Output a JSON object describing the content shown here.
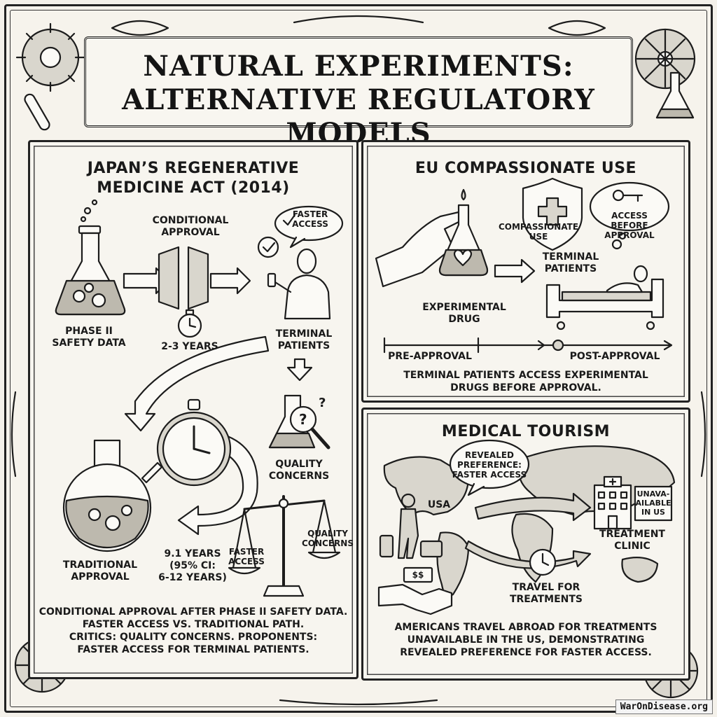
{
  "title": {
    "line1": "NATURAL EXPERIMENTS:",
    "line2": "ALTERNATIVE REGULATORY MODELS"
  },
  "japan": {
    "title_line1": "JAPAN’S REGENERATIVE",
    "title_line2": "MEDICINE ACT (2014)",
    "phase2_line1": "PHASE II",
    "phase2_line2": "SAFETY DATA",
    "conditional_line1": "CONDITIONAL",
    "conditional_line2": "APPROVAL",
    "years_fast": "2-3 YEARS",
    "bubble_line1": "FASTER",
    "bubble_line2": "ACCESS",
    "terminal_line1": "TERMINAL",
    "terminal_line2": "PATIENTS",
    "quality_line1": "QUALITY",
    "quality_line2": "CONCERNS",
    "traditional_line1": "TRADITIONAL",
    "traditional_line2": "APPROVAL",
    "years_trad_line1": "9.1 YEARS",
    "years_trad_line2": "(95% CI:",
    "years_trad_line3": "6-12 YEARS)",
    "scale_left_line1": "FASTER",
    "scale_left_line2": "ACCESS",
    "scale_right_line1": "QUALITY",
    "scale_right_line2": "CONCERNS",
    "caption_line1": "CONDITIONAL APPROVAL AFTER PHASE II SAFETY DATA.",
    "caption_line2": "FASTER ACCESS VS. TRADITIONAL PATH.",
    "caption_line3": "CRITICS: QUALITY CONCERNS. PROPONENTS:",
    "caption_line4": "FASTER ACCESS FOR TERMINAL PATIENTS."
  },
  "eu": {
    "title": "EU COMPASSIONATE USE",
    "shield_line1": "COMPASSIONATE",
    "shield_line2": "USE",
    "cloud_line1": "ACCESS BEFORE",
    "cloud_line2": "APPROVAL",
    "drug_line1": "EXPERIMENTAL",
    "drug_line2": "DRUG",
    "patients_line1": "TERMINAL",
    "patients_line2": "PATIENTS",
    "pre": "PRE-APPROVAL",
    "post": "POST-APPROVAL",
    "caption_line1": "TERMINAL PATIENTS ACCESS EXPERIMENTAL",
    "caption_line2": "DRUGS BEFORE APPROVAL."
  },
  "tourism": {
    "title": "MEDICAL TOURISM",
    "bubble_line1": "REVEALED",
    "bubble_line2": "PREFERENCE:",
    "bubble_line3": "FASTER ACCESS",
    "usa": "USA",
    "sign_line1": "UNAVA-",
    "sign_line2": "AILABLE",
    "sign_line3": "IN US",
    "clinic_line1": "TREATMENT",
    "clinic_line2": "CLINIC",
    "money": "$$",
    "travel_line1": "TRAVEL FOR",
    "travel_line2": "TREATMENTS",
    "caption_line1": "AMERICANS TRAVEL ABROAD FOR TREATMENTS",
    "caption_line2": "UNAVAILABLE IN THE US, DEMONSTRATING",
    "caption_line3": "REVEALED PREFERENCE FOR FASTER ACCESS."
  },
  "watermark": "WarOnDisease.org"
}
